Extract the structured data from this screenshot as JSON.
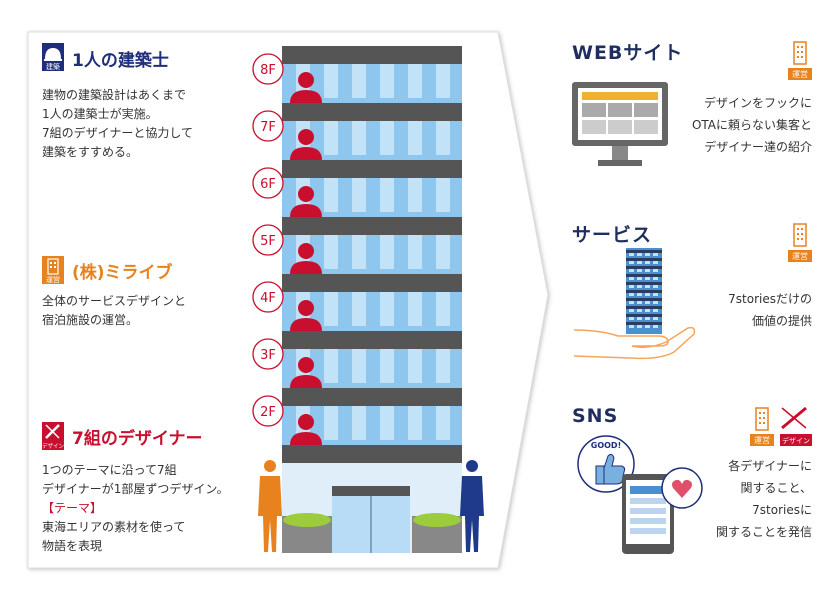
{
  "roles": [
    {
      "badge": "建築",
      "title": "1人の建築士",
      "title_color": "#1f2e7a",
      "desc": "建物の建築設計はあくまで\n1人の建築士が実施。\n7組のデザイナーと協力して\n建築をすすめる。"
    },
    {
      "badge": "運営",
      "title": "(株)ミライブ",
      "title_color": "#e8821f",
      "desc": "全体のサービスデザインと\n宿泊施設の運営。"
    },
    {
      "badge": "デザイン",
      "title": "7組のデザイナー",
      "title_color": "#c8102e",
      "desc_line1": "1つのテーマに沿って7組",
      "desc_line2": "デザイナーが1部屋ずつデザイン。",
      "theme_label": "【テーマ】",
      "desc_line3": "東海エリアの素材を使って",
      "desc_line4": "物語を表現"
    }
  ],
  "floors": [
    "8F",
    "7F",
    "6F",
    "5F",
    "4F",
    "3F",
    "2F"
  ],
  "sections": [
    {
      "title": "WEBサイト",
      "badges": [
        "運営"
      ],
      "desc": "デザインをフックに\nOTAに頼らない集客と\nデザイナー達の紹介"
    },
    {
      "title": "サービス",
      "badges": [
        "運営"
      ],
      "desc": "7storiesだけの\n価値の提供"
    },
    {
      "title": "SNS",
      "badges": [
        "運営",
        "デザイン"
      ],
      "desc": "各デザイナーに\n関すること、\n7storiesに\n関することを発信",
      "bubble_text": "GOOD!"
    }
  ],
  "colors": {
    "navy": "#1f2e7a",
    "orange": "#e8821f",
    "red": "#c8102e",
    "building_blue": "#8fc6ee",
    "floor_slab": "#555555"
  }
}
